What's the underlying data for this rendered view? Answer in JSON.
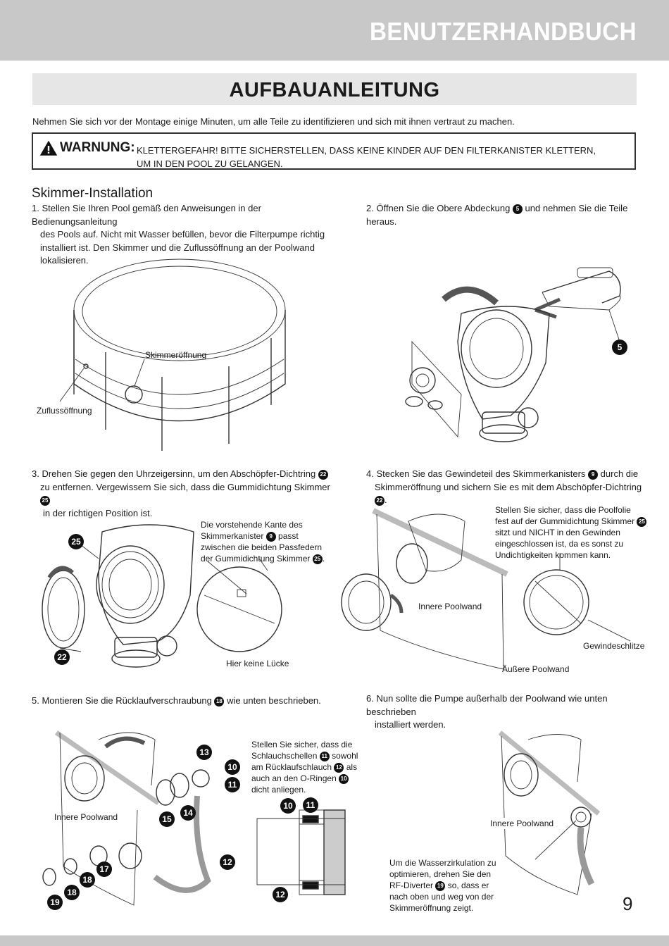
{
  "header": {
    "title": "BENUTZERHANDBUCH"
  },
  "section_title": "AUFBAUANLEITUNG",
  "intro": "Nehmen Sie sich vor der Montage einige Minuten, um alle Teile zu identifizieren und sich mit ihnen vertraut zu machen.",
  "warning": {
    "label": "WARNUNG:",
    "line1": "KLETTERGEFAHR! BITTE SICHERSTELLEN, DASS KEINE KINDER AUF DEN FILTERKANISTER KLETTERN,",
    "line2": "UM IN DEN POOL ZU GELANGEN."
  },
  "subheading": "Skimmer-Installation",
  "step1": {
    "line1": "1. Stellen Sie Ihren Pool gemäß den Anweisungen in der Bedienungsanleitung",
    "line2": "des Pools auf. Nicht mit Wasser befüllen, bevor die Filterpumpe richtig",
    "line3": "installiert ist. Den Skimmer und die Zuflussöffnung an der Poolwand lokalisieren.",
    "label_skimmer": "Skimmeröffnung",
    "label_inlet": "Zuflussöffnung"
  },
  "step2": {
    "pre": "2. Öffnen Sie die Obere Abdeckung",
    "ref": "5",
    "post": "und nehmen Sie die Teile heraus.",
    "callout": "5"
  },
  "step3": {
    "line1_pre": "3. Drehen Sie gegen den Uhrzeigersinn, um den Abschöpfer-Dichtring",
    "line1_ref": "22",
    "line2_pre": "zu entfernen. Vergewissern Sie sich, dass die Gummidichtung Skimmer",
    "line2_ref": "25",
    "line3": "in der richtigen Position ist.",
    "note_line1": "Die vorstehende Kante des",
    "note_line2_pre": "Skimmerkanister",
    "note_line2_ref": "9",
    "note_line2_post": "passt",
    "note_line3": "zwischen die beiden Passfedern",
    "note_line4_pre": "der Gummidichtung Skimmer",
    "note_line4_ref": "25",
    "note_line4_post": ".",
    "gap_label": "Hier keine Lücke",
    "callout_25": "25",
    "callout_22": "22"
  },
  "step4": {
    "line1_pre": "4. Stecken Sie das Gewindeteil des Skimmerkanisters",
    "line1_ref": "9",
    "line1_post": "durch die",
    "line2_pre": "Skimmeröffnung und sichern Sie es mit dem Abschöpfer-Dichtring",
    "line2_ref": "22",
    "line2_post": ".",
    "note_line1": "Stellen Sie sicher, dass die Poolfolie",
    "note_line2": "fest auf der Gummidichtung Skimmer",
    "note_line2_ref": "25",
    "note_line3": "sitzt und NICHT in den Gewinden",
    "note_line4": "eingeschlossen ist, da es sonst zu",
    "note_line5": "Undichtigkeiten kommen kann.",
    "label_inner": "Innere Poolwand",
    "label_outer": "Äußere Poolwand",
    "label_threads": "Gewindeschlitze"
  },
  "step5": {
    "pre": "5. Montieren Sie die Rücklaufverschraubung",
    "ref": "18",
    "post": "wie unten beschrieben.",
    "note_line1": "Stellen Sie sicher, dass die",
    "note_line2_pre": "Schlauchschellen",
    "note_line2_ref": "11",
    "note_line2_post": "sowohl",
    "note_line3_pre": "am Rücklaufschlauch",
    "note_line3_ref": "12",
    "note_line3_post": "als",
    "note_line4_pre": "auch an den O-Ringen",
    "note_line4_ref": "10",
    "note_line5": "dicht anliegen.",
    "label_inner": "Innere Poolwand",
    "callouts": [
      "13",
      "10",
      "11",
      "15",
      "14",
      "12",
      "17",
      "18",
      "18",
      "19",
      "10",
      "11",
      "12"
    ]
  },
  "step6": {
    "line1": "6. Nun sollte die Pumpe außerhalb der Poolwand wie unten beschrieben",
    "line2": "installiert werden.",
    "label_inner": "Innere Poolwand",
    "note_line1": "Um die Wasserzirkulation zu",
    "note_line2": "optimieren, drehen Sie den",
    "note_line3_pre": "RF-Diverter",
    "note_line3_ref": "19",
    "note_line3_post": "so, dass er",
    "note_line4": "nach oben und weg von der",
    "note_line5": "Skimmeröffnung zeigt."
  },
  "page_number": "9"
}
